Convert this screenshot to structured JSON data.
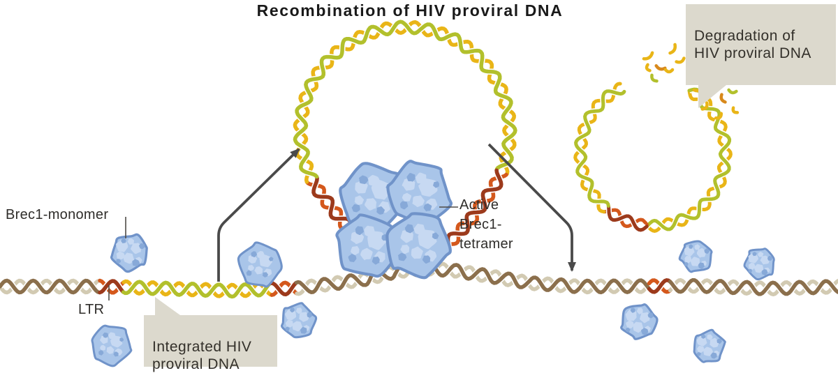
{
  "title": "Recombination of HIV proviral DNA",
  "labels": {
    "monomer": "Brec1-monomer",
    "ltr": "LTR",
    "tetramer": "Active\nBrec1-\ntetramer"
  },
  "callouts": {
    "degradation": "Degradation of\nHIV proviral DNA",
    "integrated": "Integrated HIV\nproviral DNA"
  },
  "colors": {
    "dna_yellow": "#e9b517",
    "dna_olive": "#b2c02c",
    "dna_orange": "#d4581c",
    "dna_dark_red": "#9c3a1c",
    "dna_tan_light": "#d2cab2",
    "dna_tan_brown": "#8b6f4c",
    "protein_fill": "#a9c5e9",
    "protein_outline": "#7093c9",
    "protein_spot_light": "#c7d9f2",
    "protein_spot_dark": "#87a9d8",
    "callout_bg": "#dcd9cd",
    "arrow": "#4a4a4a",
    "text": "#2f2d2a"
  }
}
